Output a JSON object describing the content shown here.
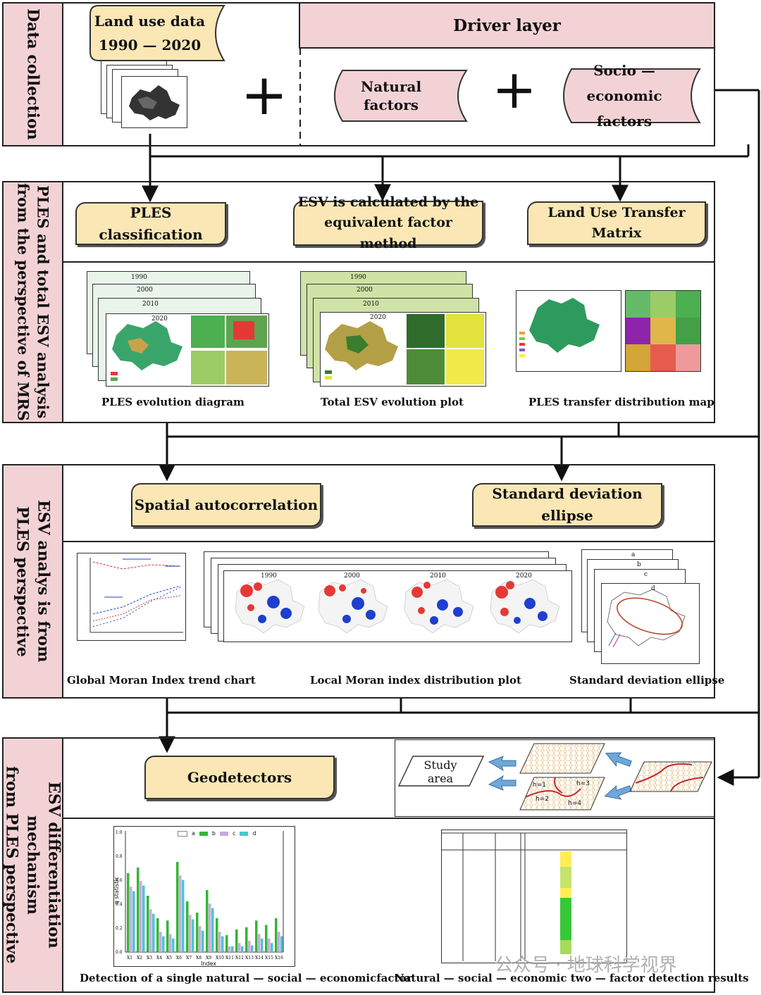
{
  "sections": {
    "data_collection": "Data collection",
    "analysis": "PLES and total ESV analysis\nfrom the perspective of MRS",
    "esv_analysis": "ESV analys is from\nPLES perspective",
    "mechanism": "ESV differentiation mechanism\nfrom PLES perspective"
  },
  "data_input": {
    "land_use_line1": "Land use data",
    "land_use_line2": "1990 — 2020",
    "driver_layer": "Driver layer",
    "natural_factors": "Natural factors",
    "socio_line1": "Socio — economic",
    "socio_line2": "factors",
    "plus": "+"
  },
  "methods": {
    "ples_classification": "PLES classification",
    "esv_line1": "ESV is calculated by the",
    "esv_line2": "equivalent factor method",
    "transfer_matrix": "Land Use Transfer Matrix",
    "spatial_autocorrelation": "Spatial autocorrelation",
    "sd_ellipse": "Standard deviation ellipse",
    "geodetectors": "Geodetectors"
  },
  "captions": {
    "ples_evolution": "PLES evolution diagram",
    "esv_evolution": "Total ESV evolution plot",
    "ples_transfer": "PLES transfer distribution map",
    "global_moran": "Global Moran Index trend chart",
    "local_moran": "Local Moran index distribution plot",
    "sd_ellipse": "Standard deviation ellipse",
    "single_factor": "Detection of a single natural — social — economicfactor",
    "two_factor": "Natural — social — economic two — factor detection results"
  },
  "map_years": [
    "1990",
    "2000",
    "2010",
    "2020"
  ],
  "ellipse_panels": [
    "a",
    "b",
    "c",
    "d"
  ],
  "study_area": "Study area",
  "strata": [
    "h=1",
    "h=2",
    "h=3",
    "h=4"
  ],
  "bar_chart": {
    "legend": [
      "a",
      "b",
      "c",
      "d"
    ],
    "ylabel": "q statistic",
    "xlabel": "Index",
    "yticks": [
      "1.0",
      "0.8",
      "0.6",
      "0.4",
      "0.2",
      "0.0"
    ],
    "categories": [
      "X1",
      "X2",
      "X3",
      "X4",
      "X5",
      "X6",
      "X7",
      "X8",
      "X9",
      "X10",
      "X11",
      "X12",
      "X13",
      "X14",
      "X15",
      "X16"
    ]
  },
  "watermark": "公众号 · 地球科学视界",
  "colors": {
    "section_pink": "#f3d2d6",
    "method_yellow": "#fae7b5",
    "bar_green": "#35b535",
    "bar_cyan": "#4fc4d4",
    "bar_lilac": "#c9a8e0"
  }
}
